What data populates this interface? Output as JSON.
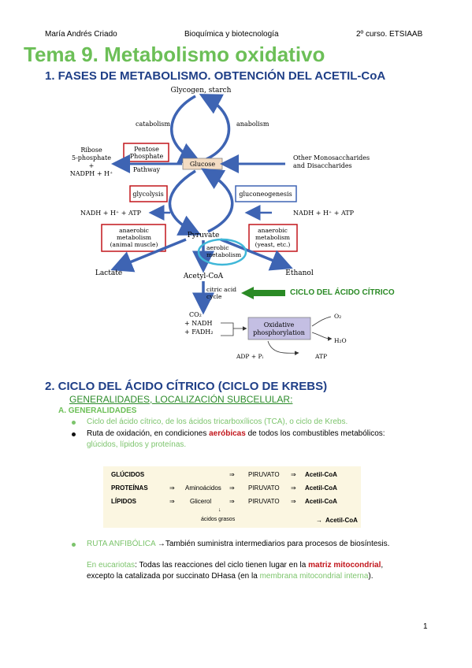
{
  "header": {
    "author": "María Andrés Criado",
    "subject": "Bioquímica y biotecnología",
    "course": "2º curso. ETSIAAB"
  },
  "title": "Tema 9.  Metabolismo oxidativo",
  "section1": "1. FASES DE METABOLISMO. OBTENCIÓN DEL ACETIL-CoA",
  "diagram": {
    "glycogen": "Glycogen, starch",
    "catabolism": "catabolism",
    "anabolism": "anabolism",
    "ribose1": "Ribose",
    "ribose2": "5-phosphate",
    "plus": "+",
    "nadph": "NADPH + H⁺",
    "pentose1": "Pentose",
    "pentose2": "Phosphate",
    "pathway": "Pathway",
    "glucose": "Glucose",
    "other1": "Other Monosaccharides",
    "other2": "and Disaccharides",
    "glycolysis": "glycolysis",
    "gluconeogenesis": "gluconeogenesis",
    "nadh_left": "NADH + H⁺ + ATP",
    "nadh_right": "NADH + H⁺ + ATP",
    "anaer_l1": "anaerobic",
    "anaer_l2": "metabolism",
    "anaer_l3": "(animal muscle)",
    "pyruvate": "Pyruvate",
    "anaer_r1": "anaerobic",
    "anaer_r2": "metabolism",
    "anaer_r3": "(yeast, etc.)",
    "aerobic1": "aerobic",
    "aerobic2": "metabolism",
    "lactate": "Lactate",
    "ethanol": "Ethanol",
    "acetylcoa": "Acetyl-CoA",
    "citric1": "citric acid",
    "citric2": "cycle",
    "ciclo_label": "CICLO DEL ÁCIDO CÍTRICO",
    "co2": "CO₂",
    "nadh2": "+ NADH",
    "fadh2": "+ FADH₂",
    "oxid1": "Oxidative",
    "oxid2": "phosphorylation",
    "o2": "O₂",
    "h2o": "H₂O",
    "adp": "ADP + Pᵢ",
    "atp": "ATP"
  },
  "section2": "2. CICLO DEL ÁCIDO CÍTRICO (CICLO DE KREBS)",
  "subheading": "GENERALIDADES, LOCALIZACIÓN SUBCELULAR:",
  "subA": "A.  GENERALIDADES",
  "bullets": {
    "b1": "Ciclo del ácido cítrico, de los ácidos tricarboxílicos (TCA), o ciclo de Krebs.",
    "b2_pre": "Ruta de oxidación, en condiciones ",
    "b2_red": "aeróbicas",
    "b2_post": " de todos los combustibles metabólicos:",
    "b2_line2": "glúcidos, lípidos y proteínas.",
    "b3_green": "RUTA ANFIBÓLICA ",
    "b3_rest": "→También suministra intermediarios para procesos de biosíntesis.",
    "p1_green": "En eucariotas",
    "p1_mid": ": Todas las reacciones del ciclo tienen lugar en la ",
    "p1_red": "matriz mitocondrial",
    "p1_end": ",",
    "p2_pre": "excepto la catalizada por succinato DHasa (en la ",
    "p2_green": "membrana mitocondrial interna",
    "p2_end": ")."
  },
  "table": {
    "r1": [
      "GLÚCIDOS",
      "",
      "",
      "⇒",
      "PIRUVATO",
      "⇒",
      "Acetil-CoA"
    ],
    "r2": [
      "PROTEÍNAS",
      "⇒",
      "Aminoácidos",
      "⇒",
      "PIRUVATO",
      "⇒",
      "Acetil-CoA"
    ],
    "r3": [
      "LÍPIDOS",
      "⇒",
      "Glicerol",
      "⇒",
      "PIRUVATO",
      "⇒",
      "Acetil-CoA"
    ],
    "r4_down": "↓",
    "r4_fat": "ácidos grasos",
    "r4_arrow": "→",
    "r4_acetil": "Acetil-CoA"
  },
  "page_number": "1"
}
